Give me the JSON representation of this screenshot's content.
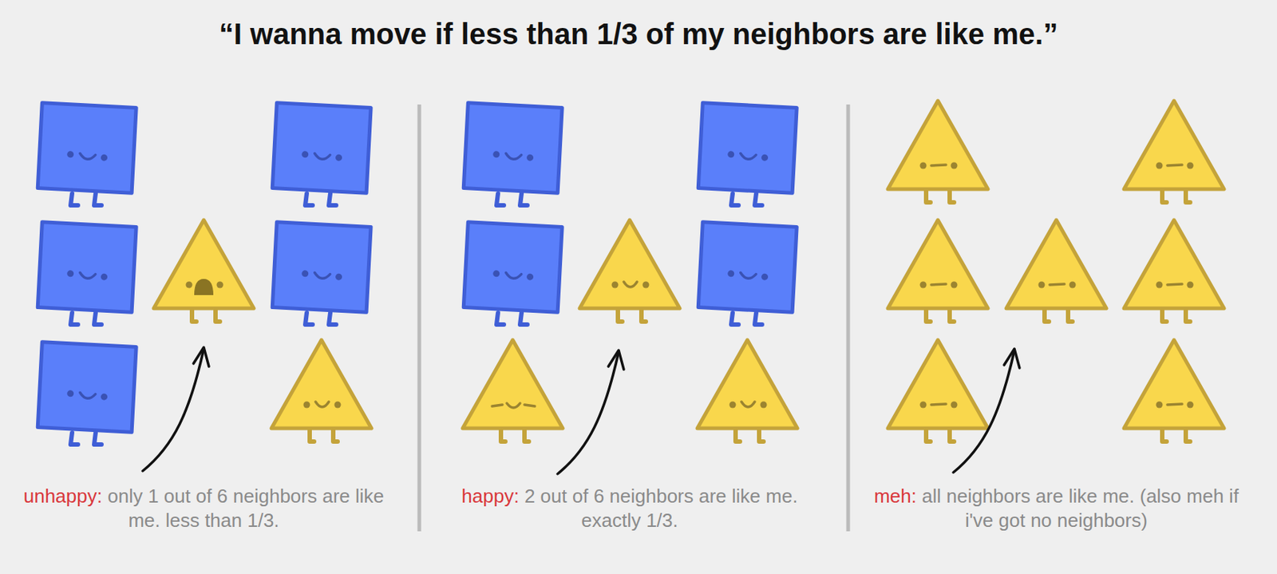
{
  "diagram": {
    "title": "“I wanna move if less than 1/3 of my neighbors are like me.”",
    "labels": [
      "unhappy:",
      "only 1 out of 6 neighbors are like me. less than 1/3.",
      "happy:",
      "2 out of 6 neighbors are like me. exactly 1/3.",
      "meh:",
      "all neighbors are like me. (also meh if i've got no neighbors)"
    ]
  }
}
